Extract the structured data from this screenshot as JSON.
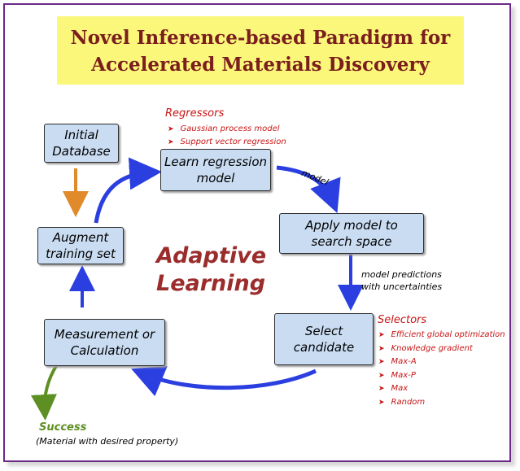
{
  "title": {
    "line1": "Novel Inference-based Paradigm for",
    "line2": "Accelerated Materials Discovery"
  },
  "boxes": {
    "initial_database": [
      "Initial",
      "Database"
    ],
    "learn_model": [
      "Learn regression",
      "model"
    ],
    "apply_model": [
      "Apply model to",
      "search space"
    ],
    "select_candidate": [
      "Select",
      "candidate"
    ],
    "measurement": [
      "Measurement or",
      "Calculation"
    ],
    "augment": [
      "Augment",
      "training set"
    ]
  },
  "center_text": [
    "Adaptive",
    "Learning"
  ],
  "edge_labels": {
    "model": "model",
    "predictions": [
      "model predictions",
      "with uncertainties"
    ]
  },
  "regressors": {
    "heading": "Regressors",
    "items": [
      "Gaussian process model",
      "Support vector regression"
    ]
  },
  "selectors": {
    "heading": "Selectors",
    "items": [
      "Efficient global optimization",
      "Knowledge gradient",
      "Max-A",
      "Max-P",
      "Max",
      "Random"
    ]
  },
  "success": {
    "label": "Success",
    "note": "(Material with desired property)"
  },
  "colors": {
    "frame": "#6a2a86",
    "title_bg": "#fbf77a",
    "title_text": "#7a1e1e",
    "box_fill": "#c9dcf2",
    "cycle_arrow": "#2b3fe0",
    "init_arrow": "#e08a2c",
    "success_arrow": "#5e8f23",
    "accent_red": "#c81515",
    "adaptive_text": "#9b2c2c"
  },
  "bullet_icon": "arrowhead-bullet-icon"
}
